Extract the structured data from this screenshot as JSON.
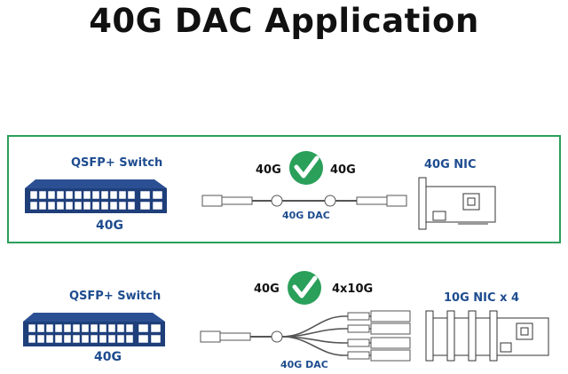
{
  "title": "40G DAC Application",
  "colors": {
    "switch_blue": "#1f3f7a",
    "label_blue": "#1e4c8f",
    "check_green": "#2aa05a",
    "panel_border": "#2aa05a",
    "text_dark": "#111111"
  },
  "scenario_1": {
    "switch_label": "QSFP+ Switch",
    "switch_speed": "40G",
    "left_speed": "40G",
    "right_speed": "40G",
    "cable_label": "40G DAC",
    "nic_label": "40G NIC",
    "icons": [
      "switch-icon",
      "check-icon",
      "dac-cable-icon",
      "nic-card-icon"
    ]
  },
  "scenario_2": {
    "switch_label": "QSFP+ Switch",
    "switch_speed": "40G",
    "left_speed": "40G",
    "right_speed": "4x10G",
    "cable_label": "40G DAC",
    "nic_label": "10G NIC x 4",
    "icons": [
      "switch-icon",
      "check-icon",
      "breakout-cable-icon",
      "nic-card-icon"
    ]
  }
}
